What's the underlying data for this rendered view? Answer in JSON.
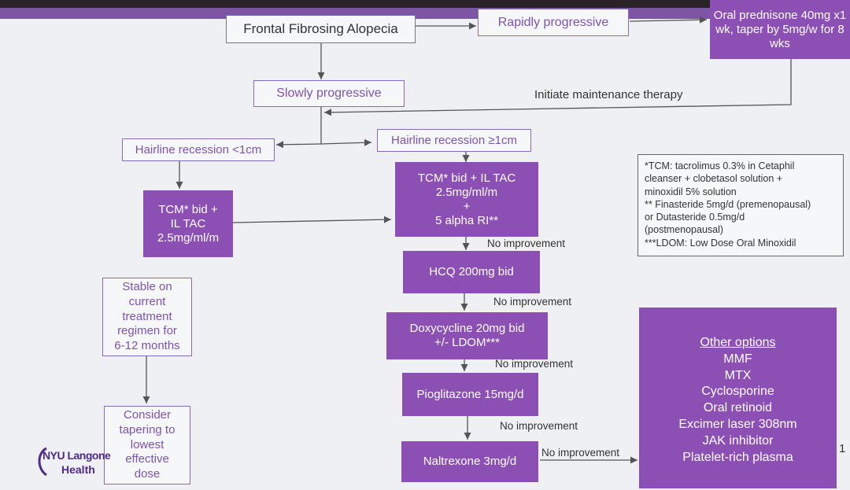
{
  "colors": {
    "purple_fill": "#8c4fb3",
    "purple_text": "#7d53b1",
    "arrow": "#555555",
    "slide_bg": "#eef0f3"
  },
  "nodes": {
    "ffa": "Frontal Fibrosing Alopecia",
    "rapid": "Rapidly progressive",
    "prednisone": "Oral prednisone 40mg x1 wk, taper by 5mg/w for 8 wks",
    "slow": "Slowly progressive",
    "maintenance": "Initiate maintenance therapy",
    "hair_lt": "Hairline recession <1cm",
    "hair_ge": "Hairline recession ≥1cm",
    "tcm_left": [
      "TCM* bid +",
      "IL TAC",
      "2.5mg/ml/m"
    ],
    "tcm_right": [
      "TCM* bid + IL TAC",
      "2.5mg/ml/m",
      "+",
      "5 alpha RI**"
    ],
    "hcq": "HCQ 200mg bid",
    "doxy": [
      "Doxycycline 20mg bid",
      "+/- LDOM***"
    ],
    "pio": "Pioglitazone 15mg/d",
    "naltrexone": "Naltrexone 3mg/d",
    "stable": [
      "Stable on",
      "current",
      "treatment",
      "regimen for",
      "6-12 months"
    ],
    "taper": [
      "Consider",
      "tapering to",
      "lowest",
      "effective",
      "dose"
    ]
  },
  "no_improvement": "No improvement",
  "footnotes": [
    "*TCM: tacrolimus 0.3% in Cetaphil",
    "cleanser + clobetasol solution +",
    "minoxidil 5% solution",
    "** Finasteride 5mg/d (premenopausal)",
    "or Dutasteride 0.5mg/d",
    "(postmenopausal)",
    "***LDOM: Low Dose Oral Minoxidil"
  ],
  "other_options": {
    "title": "Other options",
    "items": [
      "MMF",
      "MTX",
      "Cyclosporine",
      "Oral retinoid",
      "Excimer laser 308nm",
      "JAK inhibitor",
      "Platelet-rich plasma"
    ]
  },
  "logo": {
    "line1": "NYU Langone",
    "line2": "Health"
  },
  "page_number": "1"
}
